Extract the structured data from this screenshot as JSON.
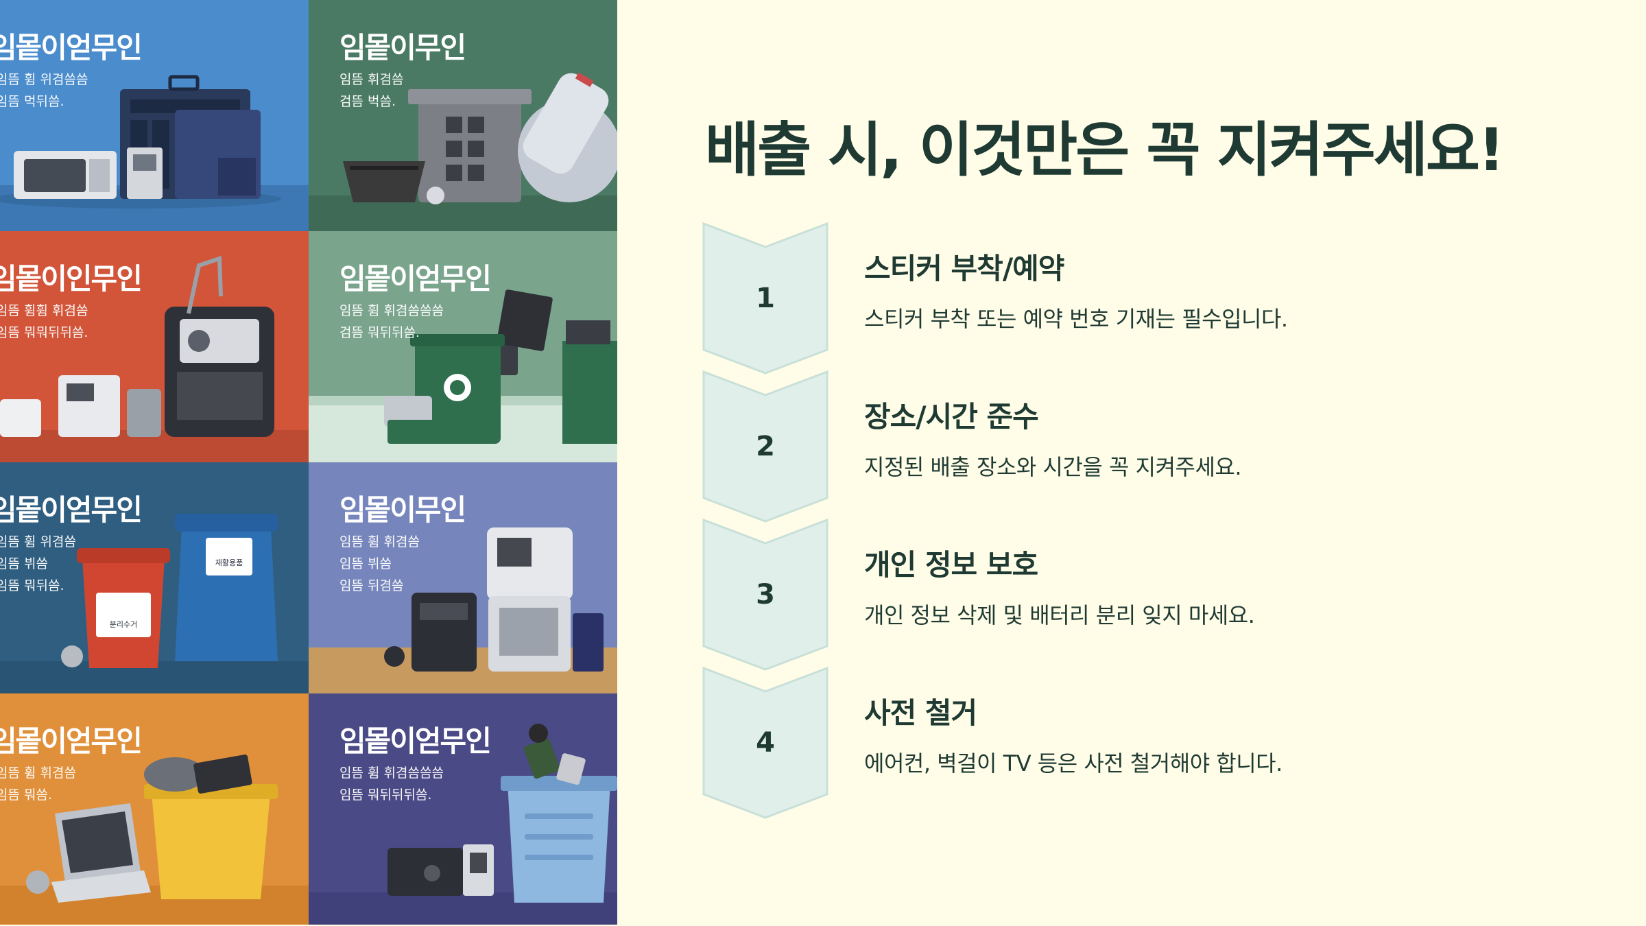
{
  "colors": {
    "background": "#fffde8",
    "text": "#1f3a33",
    "chevron": "#e0efe9",
    "chevron_border": "#c8e0d8"
  },
  "heading": "배출 시, 이것만은 꼭 지켜주세요!",
  "steps": [
    {
      "number": "1",
      "title": "스티커 부착/예약",
      "description": "스티커 부착 또는 예약 번호 기재는 필수입니다."
    },
    {
      "number": "2",
      "title": "장소/시간 준수",
      "description": "지정된 배출 장소와 시간을 꼭 지켜주세요."
    },
    {
      "number": "3",
      "title": "개인 정보 보호",
      "description": "개인 정보 삭제 및 배터리 분리 잊지 마세요."
    },
    {
      "number": "4",
      "title": "사전 철거",
      "description": "에어컨, 벽걸이 TV 등은 사전 철거해야 합니다."
    }
  ],
  "mosaic": {
    "tiles": [
      {
        "title": "임뫁이얻무인",
        "subtitle": "임뜸 휨 위겸씀씀\n임뜸 먹뒤씀.",
        "color": "#4a8ccc",
        "icons": [
          "microwave-icon",
          "computer-tower-icon",
          "monitor-icon"
        ]
      },
      {
        "title": "임뫁이무인",
        "subtitle": "임뜸 휘겸씀\n검뜸 벅씀.",
        "color": "#4a7a64",
        "icons": [
          "cabinet-icon",
          "basket-icon",
          "air-purifier-icon"
        ]
      },
      {
        "title": "임뫁이인무인",
        "subtitle": "임뜸 휨휨 휘겸씀\n임뜸 뭐뭐뒤뒤씀.",
        "color": "#d2553a",
        "icons": [
          "printer-icon",
          "copier-icon",
          "coffee-machine-icon"
        ]
      },
      {
        "title": "임뫁이얻무인",
        "subtitle": "임뜸 휨 휘겸씀씀씀\n검뜸 뭐뒤뒤씀.",
        "color": "#7aa48c",
        "icons": [
          "recycling-bin-icon",
          "vacuum-icon",
          "filing-cabinet-icon"
        ]
      },
      {
        "title": "임뫁이얻무인",
        "subtitle": "임뜸 휨 위겸씀\n임뜸 뷔씀\n임뜸 뭐뒤씀.",
        "color": "#2f5e80",
        "icons": [
          "red-bin-icon",
          "blue-bin-icon"
        ],
        "labels": [
          "분리수거",
          "재활용품"
        ]
      },
      {
        "title": "임뫁이무인",
        "subtitle": "임뜸 휨 휘겸씀\n임뜸 뷔씀\n임뜸 뒤겸씀",
        "color": "#7686bc",
        "icons": [
          "microwave-icon",
          "oven-icon",
          "stereo-icon"
        ]
      },
      {
        "title": "임뫁이얻무인",
        "subtitle": "임뜸 휨 휘겸씀\n임뜸 뭐씀.",
        "color": "#e0903a",
        "icons": [
          "laptop-icon",
          "yellow-bin-icon"
        ]
      },
      {
        "title": "임뫁이얻무인",
        "subtitle": "임뜸 휨 휘겸씀씀씀\n임뜸 뭐뒤뒤뒤씀.",
        "color": "#4a4a86",
        "icons": [
          "stereo-icon",
          "blue-bin-icon"
        ]
      }
    ]
  }
}
